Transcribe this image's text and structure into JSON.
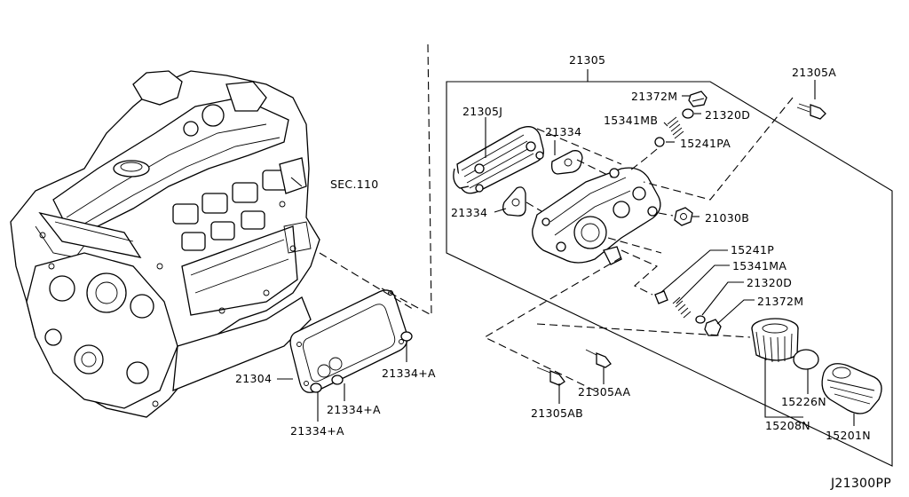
{
  "diagram": {
    "drawing_code": "J21300PP",
    "section_ref": "SEC.110",
    "labels": {
      "p21305": "21305",
      "p21305A": "21305A",
      "p21372M_top": "21372M",
      "p21320D_top": "21320D",
      "p15341MB": "15341MB",
      "p15241PA": "15241PA",
      "p21305J": "21305J",
      "p21334_top": "21334",
      "p21334_left": "21334",
      "p21030B": "21030B",
      "p15241P": "15241P",
      "p15341MA": "15341MA",
      "p21320D_bot": "21320D",
      "p21372M_bot": "21372M",
      "p21304": "21304",
      "p21334A_right": "21334+A",
      "p21334A_mid": "21334+A",
      "p21334A_low": "21334+A",
      "p21305AA": "21305AA",
      "p21305AB": "21305AB",
      "p15226N": "15226N",
      "p15208N": "15208N",
      "p15201N": "15201N"
    }
  }
}
